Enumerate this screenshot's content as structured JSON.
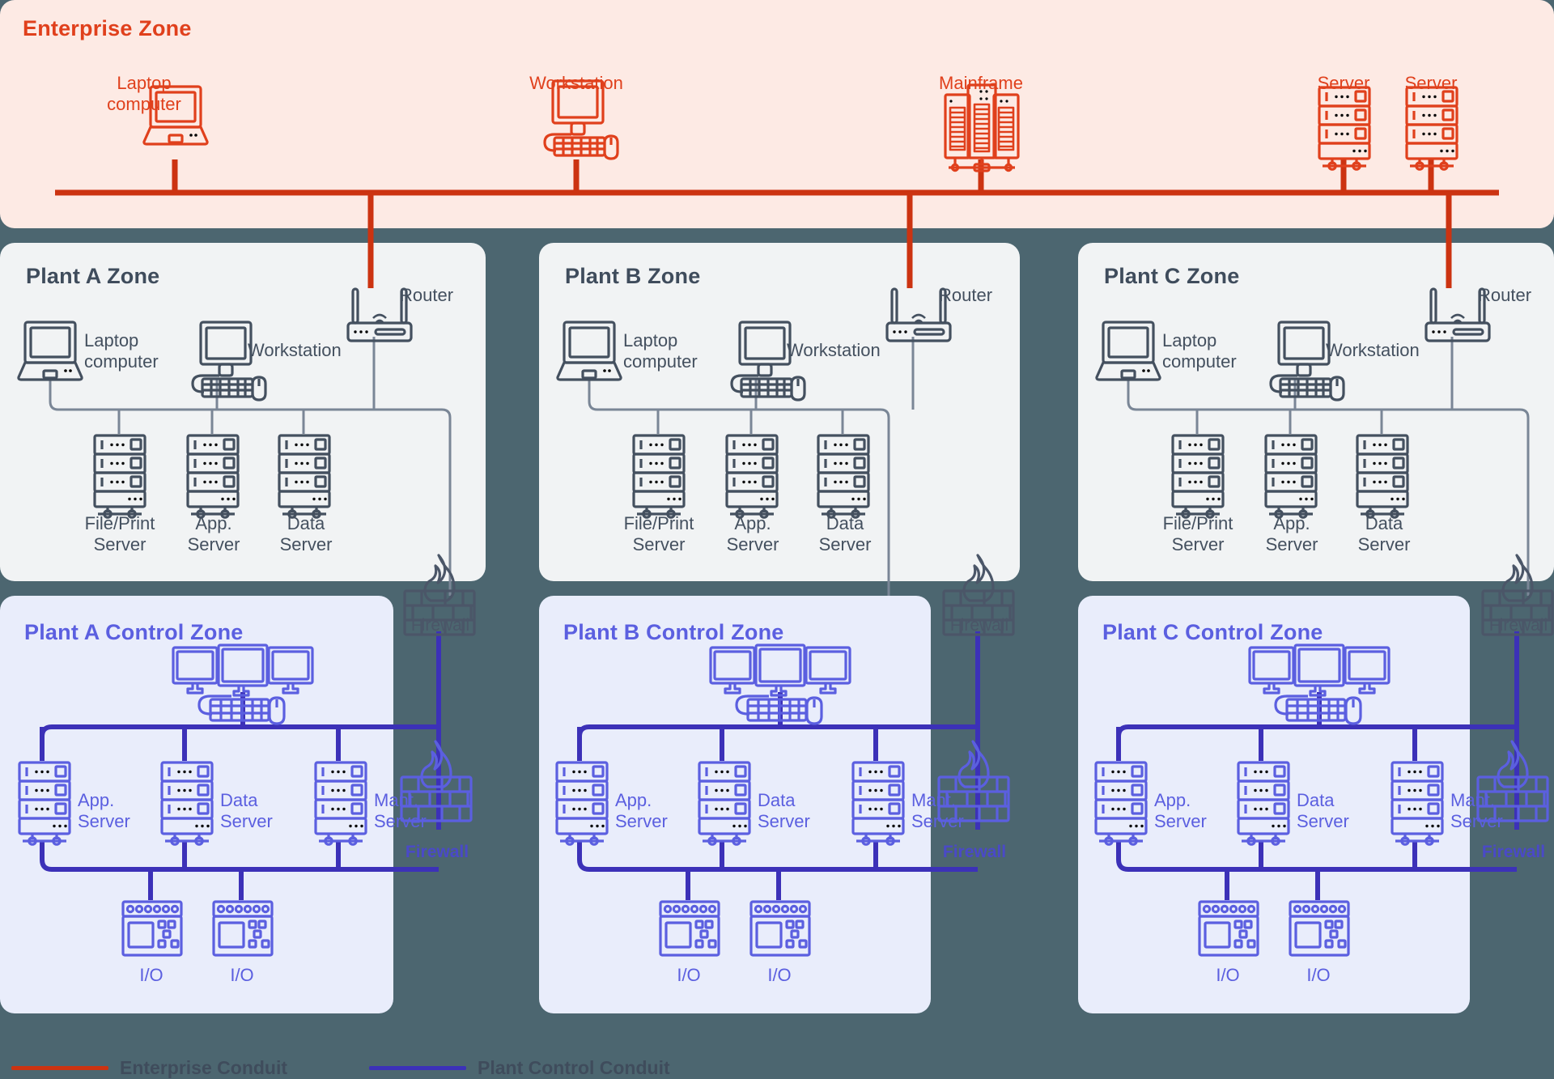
{
  "page": {
    "background": "#4c6670",
    "colors": {
      "enterprise": "#e0401c",
      "enterprise_panel": "#fdeae4",
      "plant": "#44505f",
      "plant_panel": "#f1f3f4",
      "control": "#5b5fe0",
      "control_panel": "#e9edfb",
      "control_conduit": "#3c31b8",
      "enterprise_conduit": "#cc3311"
    }
  },
  "enterprise_zone": {
    "title": "Enterprise Zone",
    "nodes": [
      {
        "label": "Laptop computer",
        "icon": "laptop-icon"
      },
      {
        "label": "Workstation",
        "icon": "workstation-icon"
      },
      {
        "label": "Mainframe",
        "icon": "mainframe-icon"
      },
      {
        "label": "Server",
        "icon": "server-icon"
      },
      {
        "label": "Server",
        "icon": "server-icon"
      }
    ]
  },
  "plant_zones": [
    {
      "title": "Plant A Zone",
      "router": {
        "label": "Router",
        "icon": "router-icon"
      },
      "laptop": {
        "label": "Laptop\ncomputer",
        "icon": "laptop-icon"
      },
      "workstation": {
        "label": "Workstation",
        "icon": "workstation-icon"
      },
      "servers": [
        {
          "label": "File/Print\nServer",
          "icon": "server-icon"
        },
        {
          "label": "App.\nServer",
          "icon": "server-icon"
        },
        {
          "label": "Data\nServer",
          "icon": "server-icon"
        }
      ],
      "firewall": {
        "label": "Firewall",
        "icon": "firewall-icon"
      }
    },
    {
      "title": "Plant B Zone",
      "router": {
        "label": "Router",
        "icon": "router-icon"
      },
      "laptop": {
        "label": "Laptop\ncomputer",
        "icon": "laptop-icon"
      },
      "workstation": {
        "label": "Workstation",
        "icon": "workstation-icon"
      },
      "servers": [
        {
          "label": "File/Print\nServer",
          "icon": "server-icon"
        },
        {
          "label": "App.\nServer",
          "icon": "server-icon"
        },
        {
          "label": "Data\nServer",
          "icon": "server-icon"
        }
      ],
      "firewall": {
        "label": "Firewall",
        "icon": "firewall-icon"
      }
    },
    {
      "title": "Plant C Zone",
      "router": {
        "label": "Router",
        "icon": "router-icon"
      },
      "laptop": {
        "label": "Laptop\ncomputer",
        "icon": "laptop-icon"
      },
      "workstation": {
        "label": "Workstation",
        "icon": "workstation-icon"
      },
      "servers": [
        {
          "label": "File/Print\nServer",
          "icon": "server-icon"
        },
        {
          "label": "App.\nServer",
          "icon": "server-icon"
        },
        {
          "label": "Data\nServer",
          "icon": "server-icon"
        }
      ],
      "firewall": {
        "label": "Firewall",
        "icon": "firewall-icon"
      }
    }
  ],
  "control_zones": [
    {
      "title": "Plant A Control Zone",
      "console": {
        "icon": "hmi-console-icon"
      },
      "servers": [
        {
          "label": "App.\nServer",
          "icon": "server-icon"
        },
        {
          "label": "Data\nServer",
          "icon": "server-icon"
        },
        {
          "label": "Mant.\nServer",
          "icon": "server-icon"
        }
      ],
      "io": [
        {
          "label": "I/O",
          "icon": "io-module-icon"
        },
        {
          "label": "I/O",
          "icon": "io-module-icon"
        }
      ],
      "firewall": {
        "label": "Firewall",
        "icon": "firewall-icon"
      }
    },
    {
      "title": "Plant B Control Zone",
      "console": {
        "icon": "hmi-console-icon"
      },
      "servers": [
        {
          "label": "App.\nServer",
          "icon": "server-icon"
        },
        {
          "label": "Data\nServer",
          "icon": "server-icon"
        },
        {
          "label": "Mant.\nServer",
          "icon": "server-icon"
        }
      ],
      "io": [
        {
          "label": "I/O",
          "icon": "io-module-icon"
        },
        {
          "label": "I/O",
          "icon": "io-module-icon"
        }
      ],
      "firewall": {
        "label": "Firewall",
        "icon": "firewall-icon"
      }
    },
    {
      "title": "Plant C Control Zone",
      "console": {
        "icon": "hmi-console-icon"
      },
      "servers": [
        {
          "label": "App.\nServer",
          "icon": "server-icon"
        },
        {
          "label": "Data\nServer",
          "icon": "server-icon"
        },
        {
          "label": "Mant.\nServer",
          "icon": "server-icon"
        }
      ],
      "io": [
        {
          "label": "I/O",
          "icon": "io-module-icon"
        },
        {
          "label": "I/O",
          "icon": "io-module-icon"
        }
      ],
      "firewall": {
        "label": "Firewall",
        "icon": "firewall-icon"
      }
    }
  ],
  "legend": {
    "items": [
      {
        "label": "Enterprise Conduit",
        "color": "#cc3311"
      },
      {
        "label": "Plant Control Conduit",
        "color": "#3c31b8"
      }
    ]
  }
}
